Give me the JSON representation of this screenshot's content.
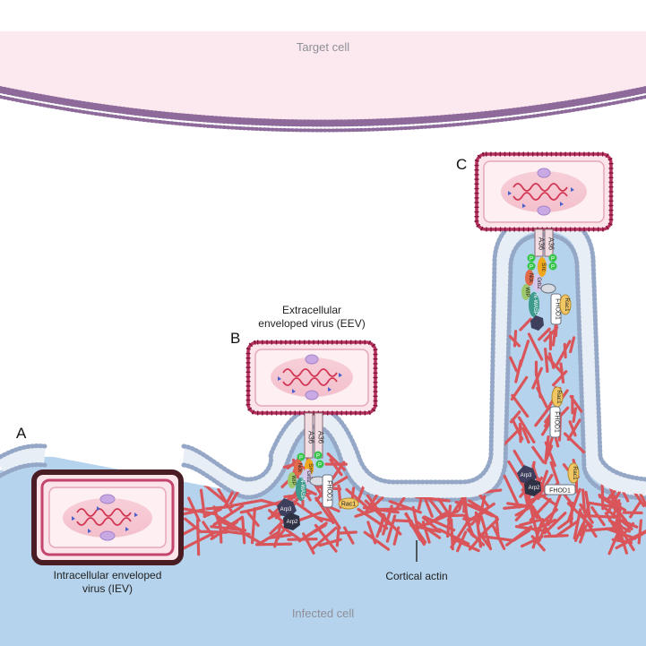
{
  "labels": {
    "target_cell": "Target cell",
    "infected_cell": "Infected cell",
    "panel_a": "A",
    "panel_b": "B",
    "panel_c": "C",
    "eev_line1": "Extracellular",
    "eev_line2": "enveloped virus (EEV)",
    "iev_line1": "Intracellular enveloped",
    "iev_line2": "virus (IEV)",
    "cortical_actin": "Cortical actin"
  },
  "proteins": {
    "a36": "A36",
    "p": "P",
    "src": "Src",
    "nck": "Nck",
    "grb2": "Grb2",
    "wip": "WIP",
    "nwasp": "N-WASP",
    "arp3": "Arp3",
    "arp2": "Arp2",
    "fhod1": "FHOD1",
    "rac1": "Rac1"
  },
  "colors": {
    "target_cell": "#fce8ef",
    "target_membrane": "#8e6a9b",
    "infected_cell": "#b5d3ec",
    "host_membrane": "#9fb0cc",
    "virion_outer": "#b8305f",
    "virion_fill": "#fbe4ea",
    "iev_wrap": "#4a1d24",
    "actin": "#d9555a",
    "arp_complex": "#3d3f5c",
    "src": "#f0a81c",
    "nck": "#e06a4b",
    "grb2": "#d7c7ea",
    "wip": "#9ec86c",
    "nwasp": "#3e9a8c",
    "phospho": "#36c44a",
    "rac1": "#f1c766"
  }
}
